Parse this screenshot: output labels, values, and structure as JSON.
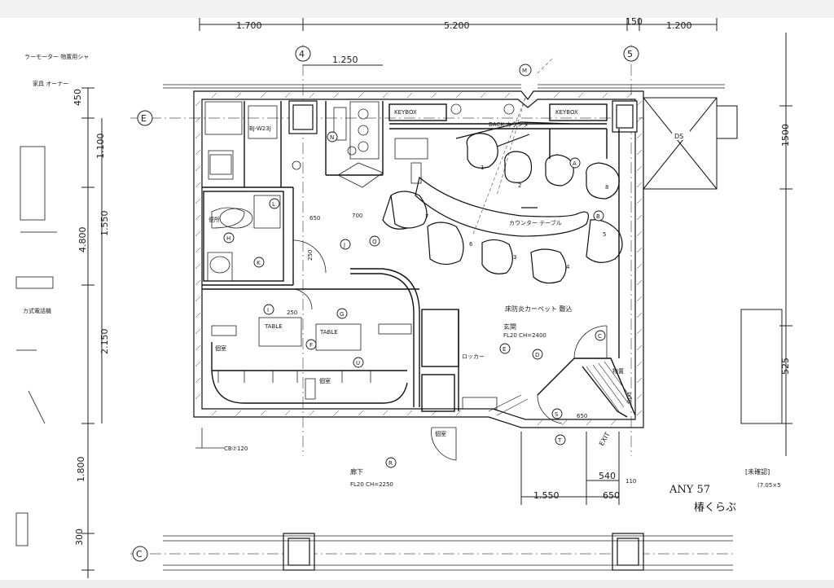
{
  "dimensions": {
    "top": [
      "1.700",
      "5.200",
      "150",
      "1.200"
    ],
    "top_sub": "1.250",
    "left": [
      "450",
      "1.100",
      "1.550",
      "4.800",
      "2.150",
      "1.800",
      "300"
    ],
    "right": [
      "1500",
      "525"
    ],
    "bottom": [
      "540",
      "110",
      "1.550",
      "650"
    ],
    "interior": [
      "650",
      "700",
      "250",
      "250",
      "900",
      "650"
    ]
  },
  "grid_labels": [
    "4",
    "5",
    "E",
    "M",
    "C"
  ],
  "rooms": {
    "keybox_left": "KEYBOX",
    "keybox_right": "KEYBOX",
    "back_counter": "BACK カウンター",
    "counter_table": "カウンター テーブル",
    "ds": "DS",
    "entrance": "玄関",
    "entrance_sub": "FL20 CH=2400",
    "corridor_carpet": "床防炎カーペット 敷込",
    "corridor_sub": "FL20 CH=2250",
    "corridor": "廊下",
    "exit": "EXIT",
    "locker": "ロッカー",
    "storage": "物置",
    "private_room_1": "個室",
    "private_room_2": "個室",
    "private_room_3": "個室",
    "toilet": "便所",
    "table_1": "TABLE",
    "table_2": "TABLE",
    "seat_note": "BJ-W23J",
    "top_left_note": "ラーモーター 物置用シャ",
    "project_code": "ANY 57",
    "project_name": "椿くらぶ",
    "scale_note": "[未確認]",
    "scale_sub": "(7.05×5",
    "cb_note": "CB⑦120",
    "side_note": "カ式電話機",
    "upper_note": "家具 オーナー"
  },
  "circle_tags": [
    "L",
    "N",
    "J",
    "G",
    "H",
    "I",
    "F",
    "U",
    "E",
    "C",
    "D",
    "S",
    "T",
    "R",
    "A",
    "B",
    "K",
    "Q"
  ],
  "seat_numbers": [
    "1",
    "2",
    "3",
    "4",
    "5",
    "6",
    "7",
    "8"
  ]
}
